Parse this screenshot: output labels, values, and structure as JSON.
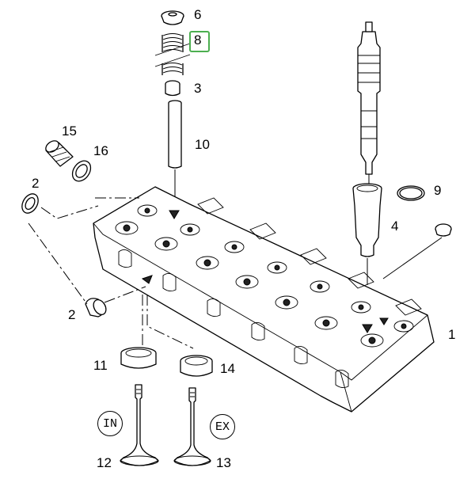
{
  "callouts": {
    "c6": "6",
    "c8": "8",
    "c3": "3",
    "c10": "10",
    "c15": "15",
    "c16": "16",
    "c2a": "2",
    "c2b": "2",
    "c9": "9",
    "c4": "4",
    "c1": "1",
    "c11": "11",
    "c14": "14",
    "c12": "12",
    "c13": "13"
  },
  "valve_tags": {
    "intake": "IN",
    "exhaust": "EX"
  },
  "highlight_color": "#4caf50"
}
